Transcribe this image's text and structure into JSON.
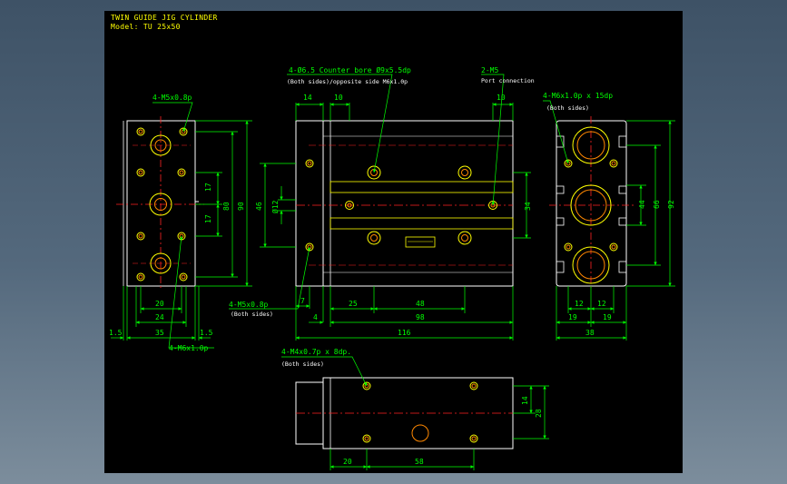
{
  "title": "TWIN GUIDE JIG CYLINDER",
  "model": "Model: TU 25x50",
  "colors": {
    "background": "#000000",
    "outline": "#ffffff",
    "dimension": "#00ff00",
    "hole_outer": "#ffff00",
    "hole_inner": "#ff8800",
    "centerline": "#ff2222",
    "text": "#ffffff"
  },
  "views": {
    "left": {
      "callout_top": "4-M5x0.8p",
      "callout_bottom": "4-M6x1.0p",
      "dims": {
        "pitch_top": "17",
        "pitch_bottom": "17",
        "inner_h": "80",
        "outer_h": "90",
        "w20": "20",
        "w24": "24",
        "w35": "35",
        "edge_l": "1.5",
        "edge_r": "1.5"
      }
    },
    "front": {
      "callout_counterbore": "4-Ø6.5 Counter bore Ø9x5.5dp",
      "callout_counterbore_sub": "(Both sides)/opposite side M6x1.0p",
      "callout_port": "2-M5",
      "callout_port_sub": "Port connection",
      "callout_bottom": "4-M5x0.8p",
      "callout_bottom_sub": "(Both sides)",
      "dims": {
        "top14": "14",
        "top10a": "10",
        "top10b": "10",
        "h46": "46",
        "rod12": "Ø12",
        "h34": "34",
        "b7": "7",
        "b25": "25",
        "b48": "48",
        "b4": "4",
        "b98": "98",
        "b116": "116"
      }
    },
    "right": {
      "callout": "4-M6x1.0p x 15dp",
      "callout_sub": "(Both sides)",
      "dims": {
        "h44": "44",
        "h66": "66",
        "h92": "92",
        "w12a": "12",
        "w12b": "12",
        "w19a": "19",
        "w19b": "19",
        "w38": "38"
      }
    },
    "bottom": {
      "callout": "4-M4x0.7p x 8dp.",
      "callout_sub": "(Both sides)",
      "dims": {
        "h14": "14",
        "h28": "28",
        "w20": "20",
        "w58": "58"
      }
    }
  }
}
